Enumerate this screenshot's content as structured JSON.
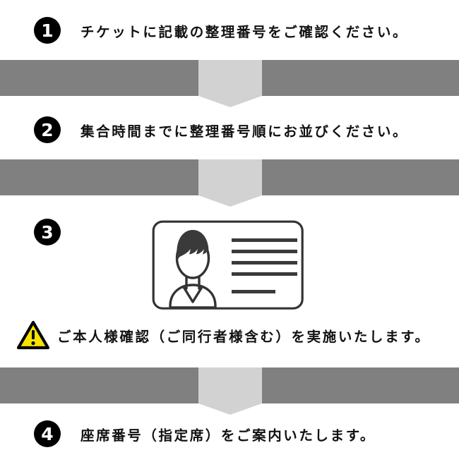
{
  "steps": [
    {
      "number": "1",
      "text": "チケットに記載の整理番号をご確認ください。"
    },
    {
      "number": "2",
      "text": "集合時間までに整理番号順にお並びください。"
    },
    {
      "number": "3",
      "text": ""
    },
    {
      "number": "4",
      "text": "座席番号（指定席）をご案内いたします。"
    }
  ],
  "id_card": {
    "label": "id-card-illustration",
    "line_count": 5
  },
  "warning": {
    "icon": "warning-triangle-icon",
    "highlighted_text": "ご本人様確認（ご同行者様含む）",
    "rest_text": "を実施いたします。",
    "highlight_color": "#f7ee1f",
    "icon_fill": "#f5e300"
  },
  "colors": {
    "band": "#808080",
    "tab": "#d2d2d2",
    "badge": "#000000",
    "text": "#111111",
    "card_stroke": "#333333",
    "hair": "#3a3a3a"
  }
}
